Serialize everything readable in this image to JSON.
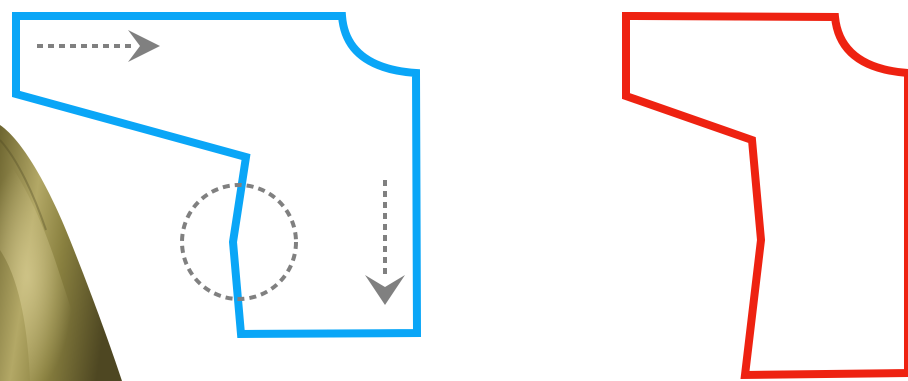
{
  "diagram": {
    "background": "#ffffff",
    "colors": {
      "left_outline": "#0aa6f7",
      "right_outline": "#ee2211",
      "guide_marks": "#808080",
      "fabric_base": "#8a8140",
      "fabric_light": "#c8bd82",
      "fabric_dark": "#4e4722"
    },
    "left_piece": {
      "outline_name": "pattern-outline-original",
      "guides": [
        {
          "name": "arrow-right-icon",
          "direction": "right",
          "style": "dotted"
        },
        {
          "name": "arrow-down-icon",
          "direction": "down",
          "style": "dotted"
        },
        {
          "name": "dashed-circle-highlight",
          "shape": "circle",
          "style": "dotted"
        }
      ]
    },
    "right_piece": {
      "outline_name": "pattern-outline-adjusted"
    },
    "background_object": {
      "name": "fabric-fold-image",
      "description_icon": "fabric-icon"
    }
  }
}
